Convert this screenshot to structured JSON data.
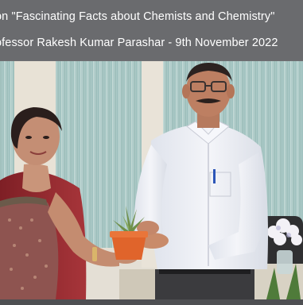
{
  "caption": {
    "line1": "on \"Fascinating Facts about Chemists and Chemistry\"",
    "line2": "ofessor Rakesh Kumar Parashar - 9th November 2022"
  },
  "photo": {
    "scene": "woman-and-man-holding-potted-succulent",
    "colors": {
      "curtain": "#a7c6c4",
      "wall": "#e2ddd3",
      "shirt_white": "#eef0f5",
      "saree_red": "#9b2c31",
      "pot_orange": "#e0642b",
      "plant_green": "#6f8f4a"
    }
  }
}
